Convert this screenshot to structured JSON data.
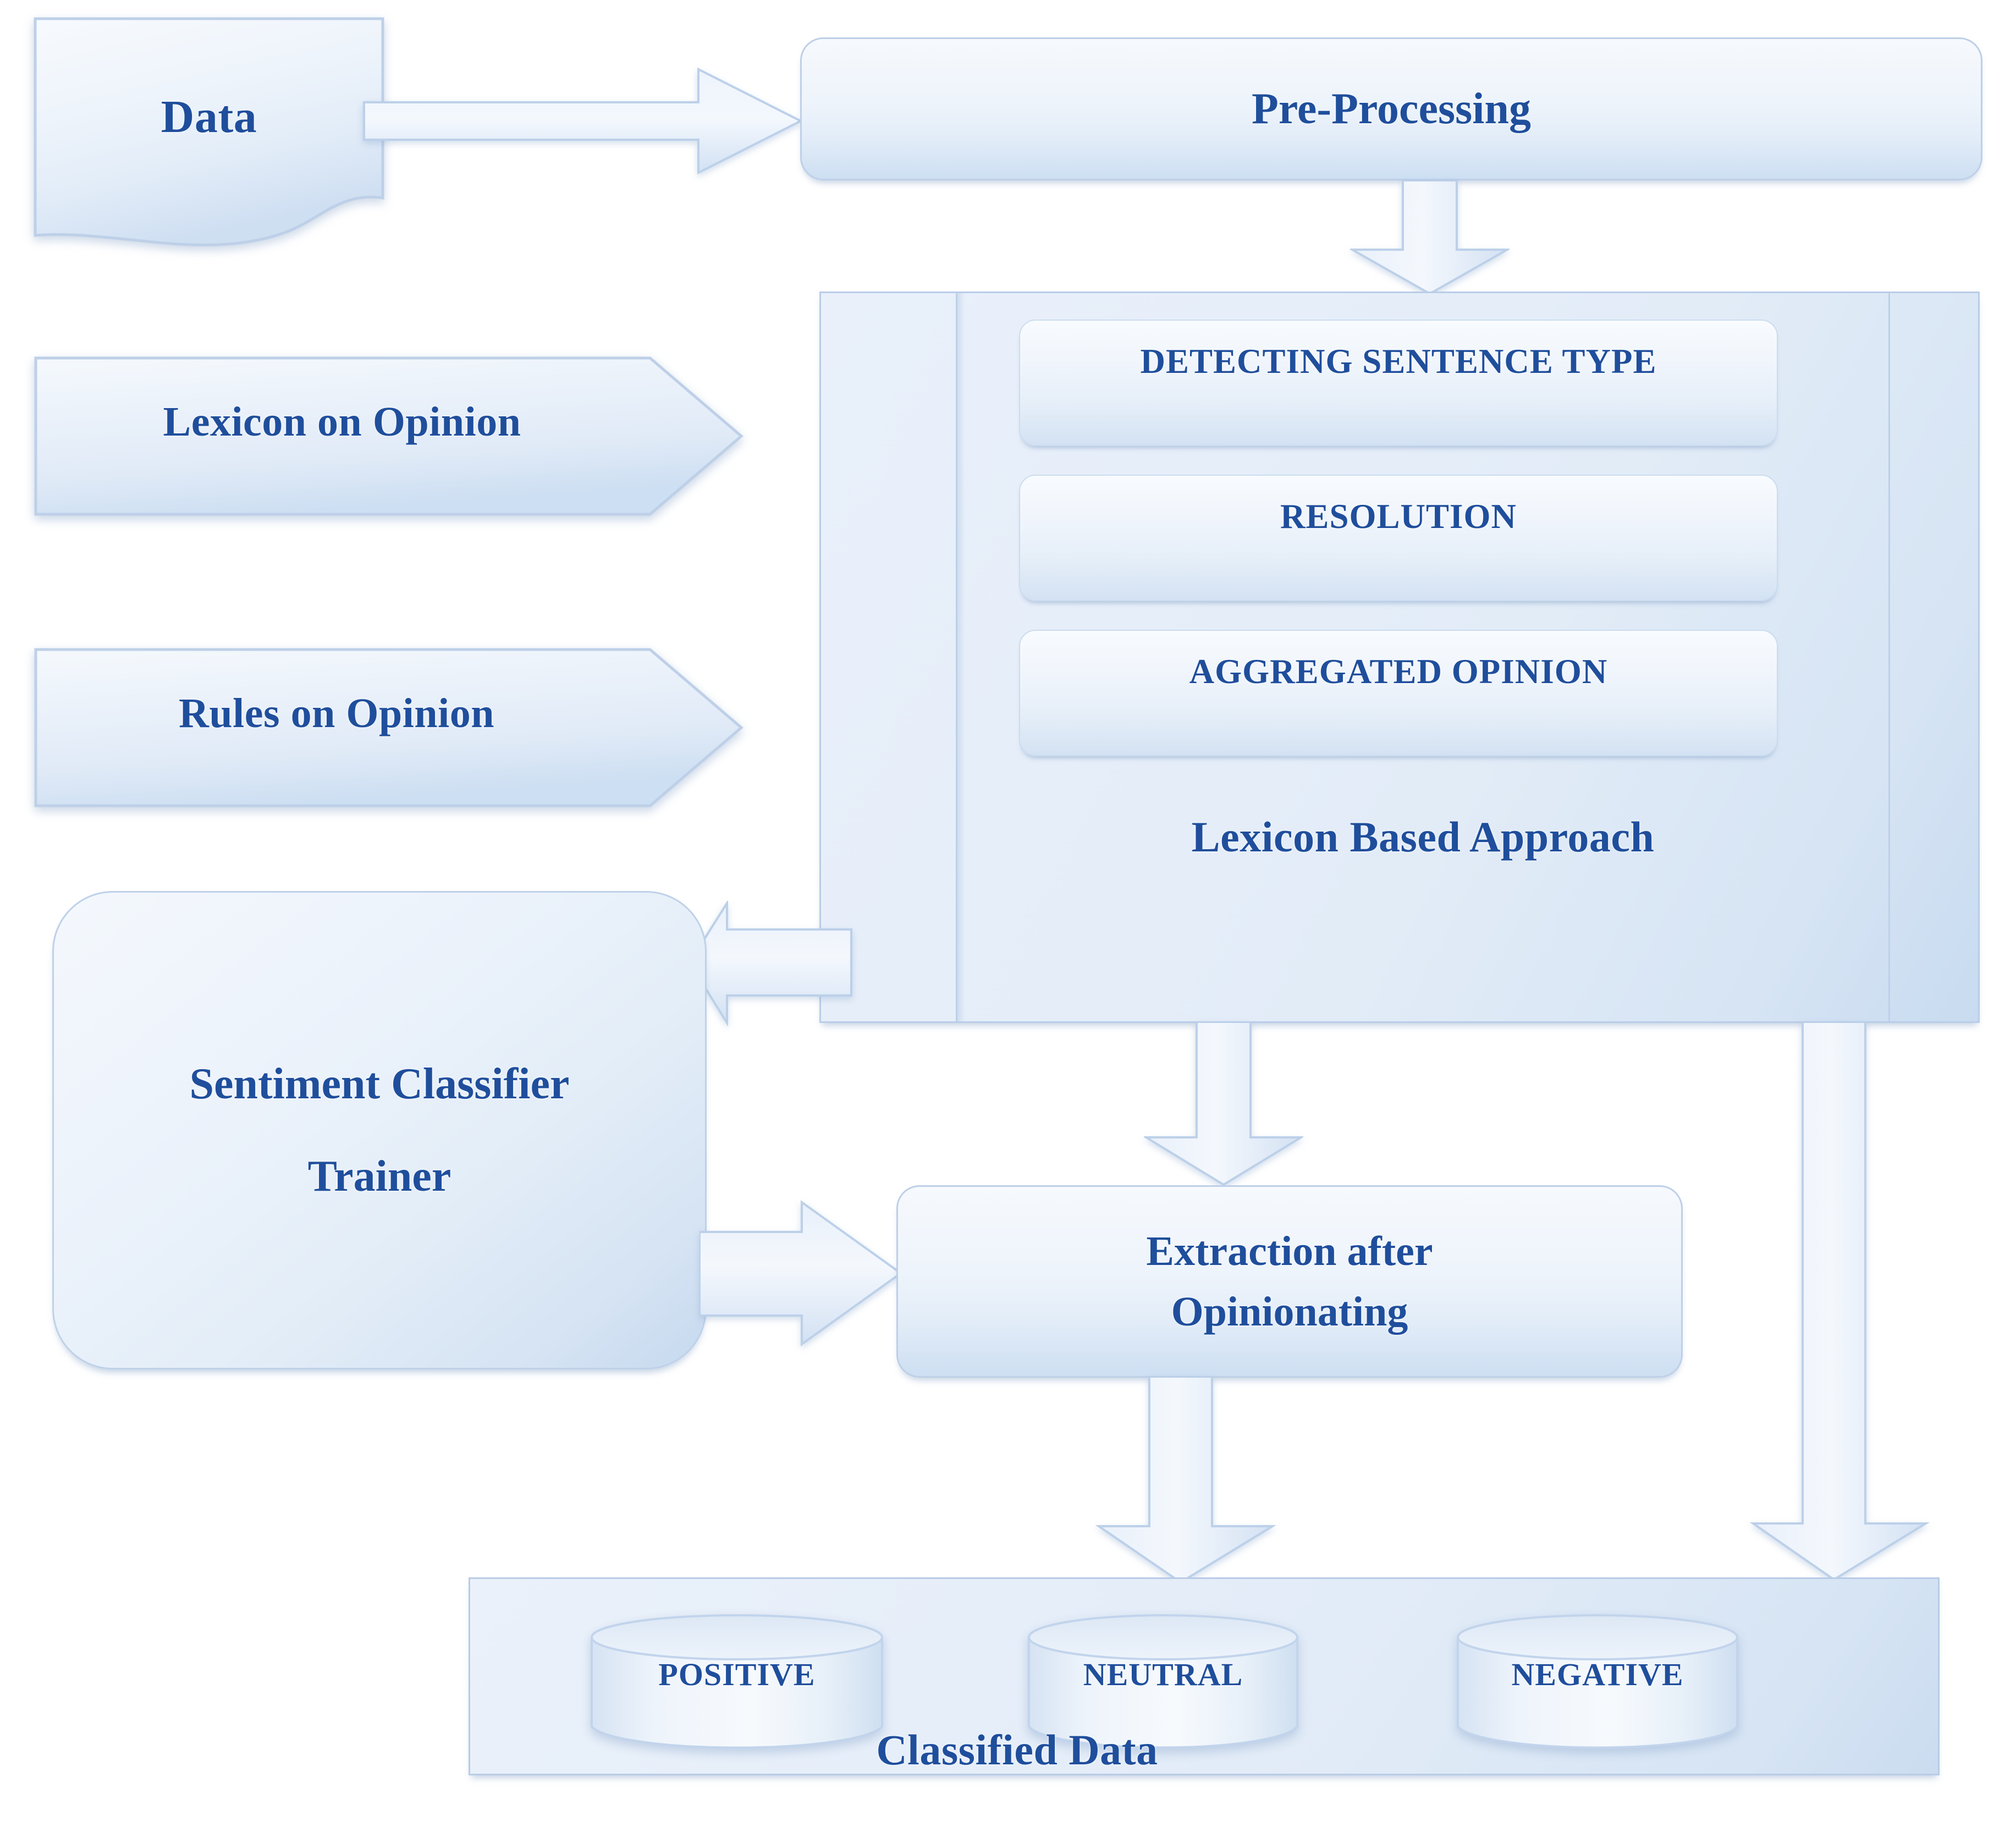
{
  "diagram": {
    "title": "Sentiment Analysis Lexicon Based Approach Flowchart",
    "accent_text_color": "#1F4E9C",
    "shape_fill_light": "#f3f7fd",
    "shape_fill_dark": "#cddff2",
    "shape_border": "#bacde8"
  },
  "nodes": {
    "data": {
      "label": "Data",
      "shape": "document"
    },
    "pre_processing": {
      "label": "Pre-Processing",
      "shape": "rounded-rect"
    },
    "lexicon_on_opinion": {
      "label": "Lexicon on Opinion",
      "shape": "pentagon-arrow"
    },
    "rules_on_opinion": {
      "label": "Rules on Opinion",
      "shape": "pentagon-arrow"
    },
    "lexicon_based_approach": {
      "label": "Lexicon Based Approach",
      "shape": "container",
      "steps": [
        {
          "label": "DETECTING SENTENCE TYPE"
        },
        {
          "label": "RESOLUTION"
        },
        {
          "label": "AGGREGATED OPINION"
        }
      ]
    },
    "sentiment_classifier_trainer": {
      "label": "Sentiment Classifier\nTrainer",
      "shape": "rounded-rect-soft"
    },
    "extraction_after_opinionating": {
      "label": "Extraction after\nOpinionating",
      "shape": "rounded-rect"
    },
    "classified_data": {
      "label": "Classified Data",
      "shape": "container",
      "stores": [
        {
          "label": "POSITIVE",
          "shape": "cylinder"
        },
        {
          "label": "NEUTRAL",
          "shape": "cylinder"
        },
        {
          "label": "NEGATIVE",
          "shape": "cylinder"
        }
      ]
    }
  },
  "connectors": [
    {
      "from": "data",
      "to": "pre_processing",
      "direction": "right"
    },
    {
      "from": "pre_processing",
      "to": "lexicon_based_approach",
      "direction": "down"
    },
    {
      "from": "lexicon_based_approach",
      "to": "sentiment_classifier_trainer",
      "direction": "left"
    },
    {
      "from": "lexicon_based_approach",
      "to": "extraction_after_opinionating",
      "direction": "down"
    },
    {
      "from": "lexicon_based_approach",
      "to": "classified_data",
      "direction": "down"
    },
    {
      "from": "sentiment_classifier_trainer",
      "to": "extraction_after_opinionating",
      "direction": "right"
    },
    {
      "from": "extraction_after_opinionating",
      "to": "classified_data",
      "direction": "down"
    }
  ]
}
